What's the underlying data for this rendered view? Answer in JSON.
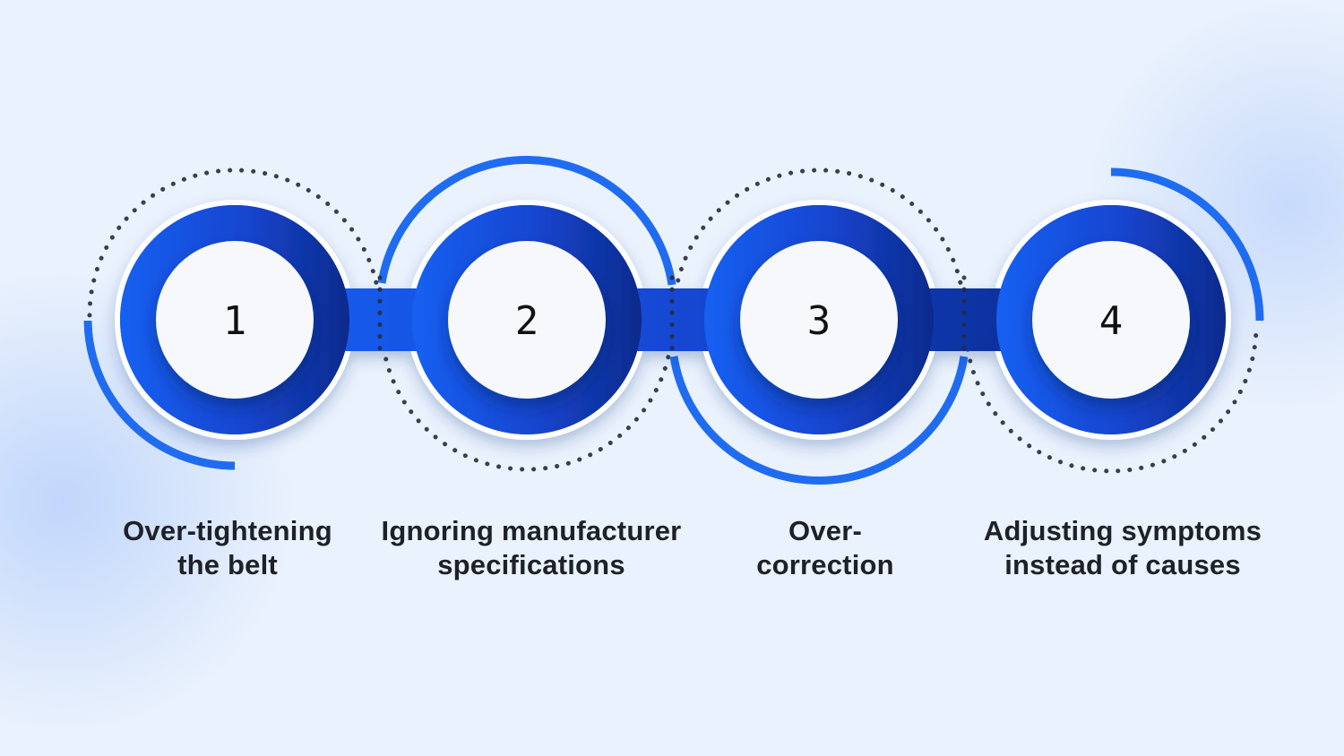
{
  "colors": {
    "background": "#eaf2fd",
    "ring_accent": "#1f6cf0",
    "dots": "#3a3f4a",
    "blob_light": "#1560f2",
    "blob_dark": "#0d2a8c",
    "circle_fill": "#f7f8fb",
    "text": "#1f2128"
  },
  "steps": [
    {
      "number": "1",
      "label_lines": [
        "Over-tightening",
        "the belt"
      ]
    },
    {
      "number": "2",
      "label_lines": [
        "Ignoring manufacturer",
        "specifications"
      ]
    },
    {
      "number": "3",
      "label_lines": [
        "Over-",
        "correction"
      ]
    },
    {
      "number": "4",
      "label_lines": [
        "Adjusting symptoms",
        "instead of causes"
      ]
    }
  ]
}
